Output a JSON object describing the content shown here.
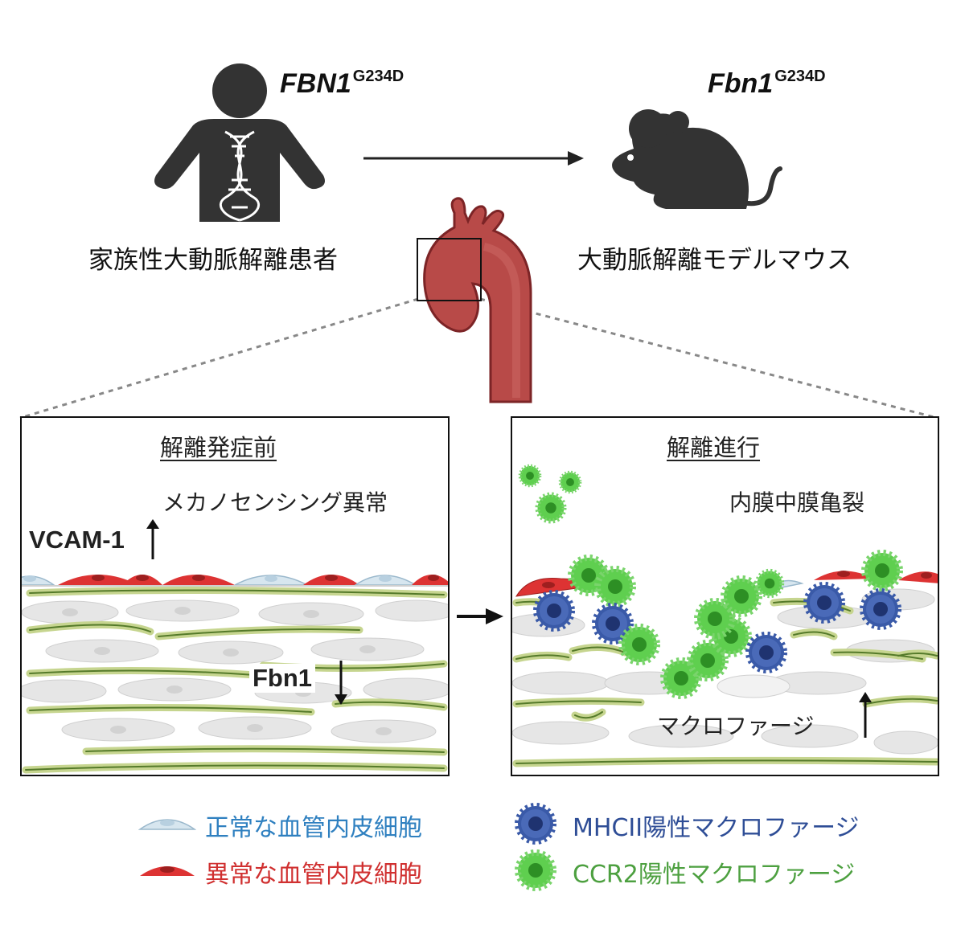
{
  "colors": {
    "icon": "#333333",
    "aorta": "#b84a48",
    "aorta_dark": "#7c2426",
    "normal_ec": "#d7e6ef",
    "normal_ec_text": "#2f80c0",
    "abnormal_ec": "#dd3333",
    "abnormal_ec_text": "#d03030",
    "mhcii": "#3a5aa8",
    "mhcii_text": "#2e4d96",
    "ccr2": "#5fcf4f",
    "ccr2_text": "#4da040",
    "fiber": "#c6d58f",
    "fiber_core": "#557a2a",
    "smc": "#e6e6e6"
  },
  "human": {
    "icon": "human-with-dna-icon",
    "gene": "FBN1",
    "mutation": "G234D",
    "label": "家族性大動脈解離患者"
  },
  "mouse": {
    "icon": "mouse-icon",
    "gene": "Fbn1",
    "mutation": "G234D",
    "label": "大動脈解離モデルマウス"
  },
  "aorta": {
    "icon": "aorta-icon"
  },
  "left_panel": {
    "title": "解離発症前",
    "note": "メカノセンシング異常",
    "vcam": "VCAM-1",
    "vcam_direction": "up",
    "fbn1": "Fbn1",
    "fbn1_direction": "down"
  },
  "right_panel": {
    "title": "解離進行",
    "note": "内膜中膜亀裂",
    "macrophage": "マクロファージ",
    "macrophage_direction": "up"
  },
  "legend": {
    "normal": "正常な血管内皮細胞",
    "abnormal": "異常な血管内皮細胞",
    "mhcii": "MHCII陽性マクロファージ",
    "ccr2": "CCR2陽性マクロファージ"
  }
}
